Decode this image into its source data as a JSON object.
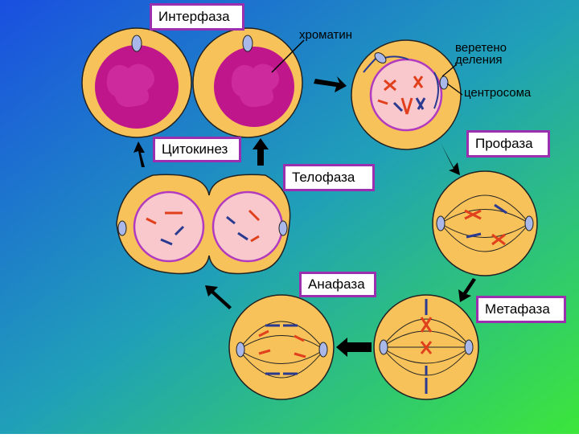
{
  "labels": {
    "interphase": "Интерфаза",
    "chromatin": "хроматин",
    "spindle_line1": "веретено",
    "spindle_line2": "деления",
    "centrosome": "центросома",
    "prophase": "Профаза",
    "cytokinesis": "Цитокинез",
    "telophase": "Телофаза",
    "anaphase": "Анафаза",
    "metaphase": "Метафаза"
  },
  "colors": {
    "cytoplasm": "#f7c25a",
    "nucleus_chromatin": "#c0168c",
    "nuclear_envelope": "#b23ac0",
    "nucleoplasm": "#f8c8cc",
    "chromosome_red": "#e0401c",
    "chromosome_blue": "#2a3a90",
    "centrosome": "#a9b8e8",
    "label_border": "#9b2fb0"
  }
}
